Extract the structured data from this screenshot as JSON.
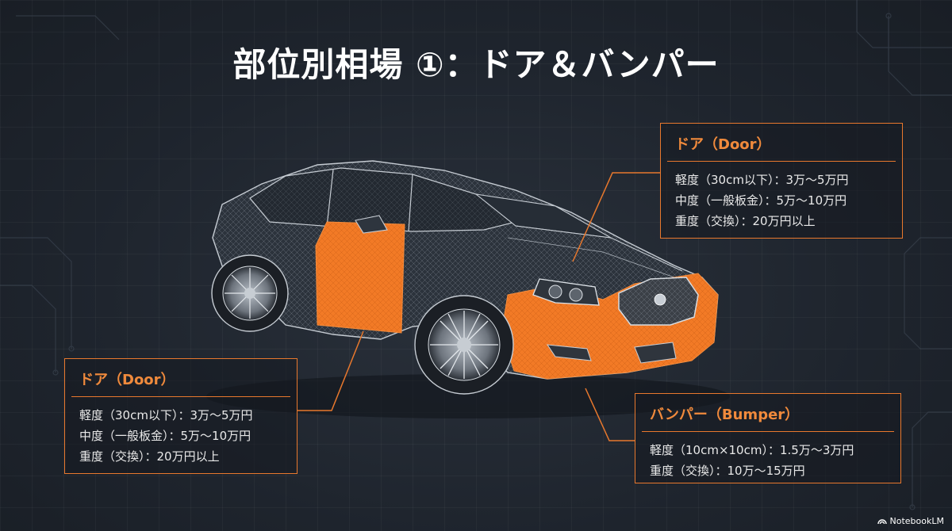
{
  "slide": {
    "title": "部位別相場 ①：ドア＆バンパー"
  },
  "callouts": {
    "door_right": {
      "heading": "ドア（Door）",
      "rows": [
        "軽度（30cm以下）：3万〜5万円",
        "中度（一般板金）：5万〜10万円",
        "重度（交換）：20万円以上"
      ]
    },
    "door_left": {
      "heading": "ドア（Door）",
      "rows": [
        "軽度（30cm以下）：3万〜5万円",
        "中度（一般板金）：5万〜10万円",
        "重度（交換）：20万円以上"
      ]
    },
    "bumper": {
      "heading": "バンパー（Bumper）",
      "rows": [
        "軽度（10cm×10cm）：1.5万〜3万円",
        "重度（交換）：10万〜15万円"
      ]
    }
  },
  "branding": {
    "label": "NotebookLM",
    "icon": "notebooklm-logo-icon"
  },
  "colors": {
    "accent": "#e8782d",
    "highlight": "#f07a2a",
    "background": "#1e242d"
  }
}
